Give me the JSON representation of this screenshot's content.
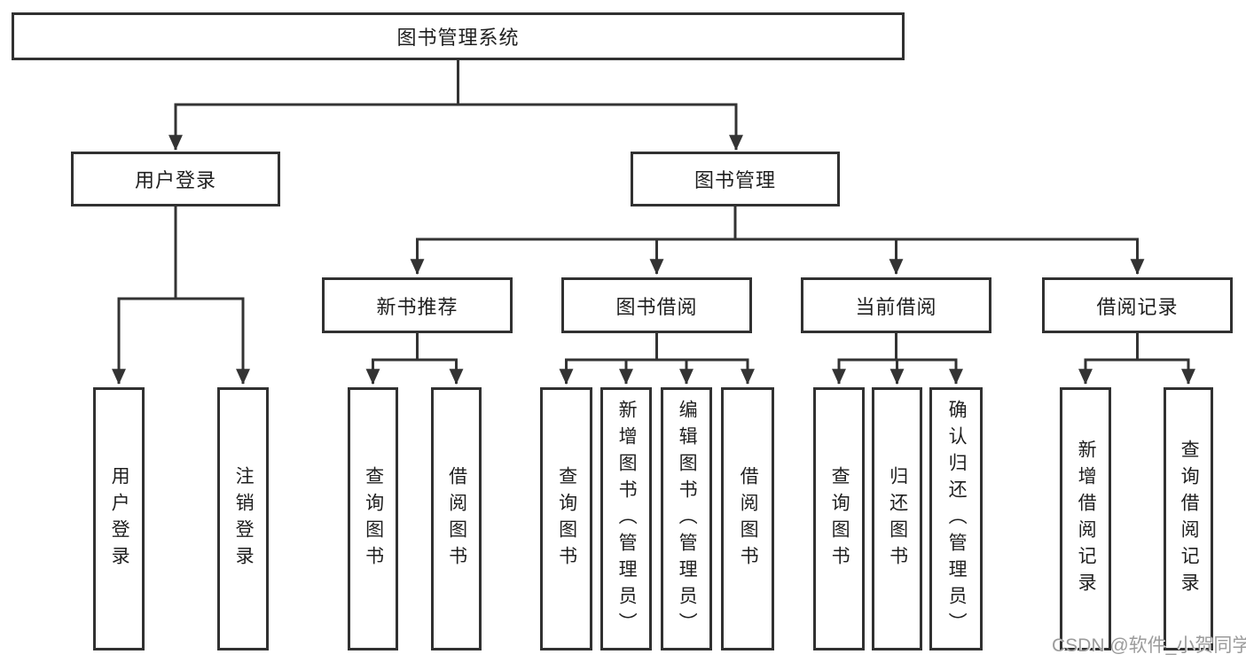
{
  "diagram": {
    "title": "图书管理系统",
    "root": "图书管理系统",
    "user_login": {
      "label": "用户登录",
      "children": [
        "用户登录",
        "注销登录"
      ]
    },
    "book_mgmt": {
      "label": "图书管理",
      "children": {
        "new_books": {
          "label": "新书推荐",
          "children": [
            "查询图书",
            "借阅图书"
          ]
        },
        "book_borrow": {
          "label": "图书借阅",
          "children": [
            "查询图书",
            "新增图书（管理员）",
            "编辑图书（管理员）",
            "借阅图书"
          ]
        },
        "current_borrow": {
          "label": "当前借阅",
          "children": [
            "查询图书",
            "归还图书",
            "确认归还（管理员）"
          ]
        },
        "borrow_records": {
          "label": "借阅记录",
          "children": [
            "新增借阅记录",
            "查询借阅记录"
          ]
        }
      }
    }
  },
  "watermark": "CSDN @软件_小贺同学",
  "colors": {
    "line": "#333333",
    "box_border": "#313131",
    "text": "#1f1f1f",
    "watermark": "#9b9b9b",
    "background": "#ffffff"
  }
}
